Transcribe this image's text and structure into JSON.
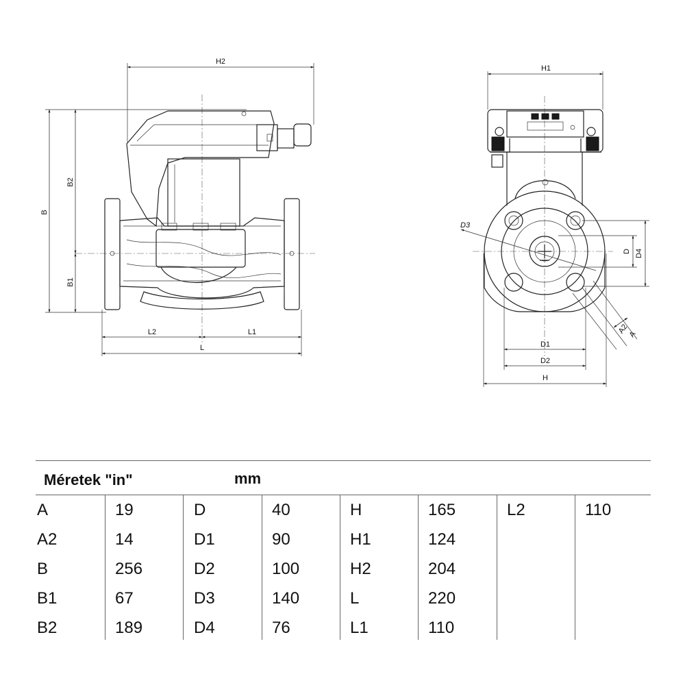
{
  "diagram": {
    "front_view": {
      "labels": {
        "H2": "H2",
        "B": "B",
        "B2": "B2",
        "B1": "B1",
        "L2": "L2",
        "L1": "L1",
        "L": "L"
      }
    },
    "side_view": {
      "labels": {
        "H1": "H1",
        "D3": "D3",
        "D": "D",
        "D4": "D4",
        "A2": "A2",
        "A": "A",
        "D1": "D1",
        "D2": "D2",
        "H": "H"
      }
    }
  },
  "dimension_table": {
    "title": "Méretek \"in\"",
    "unit": "mm",
    "columns": [
      [
        {
          "k": "A",
          "v": "19"
        },
        {
          "k": "A2",
          "v": "14"
        },
        {
          "k": "B",
          "v": "256"
        },
        {
          "k": "B1",
          "v": "67"
        },
        {
          "k": "B2",
          "v": "189"
        }
      ],
      [
        {
          "k": "D",
          "v": "40"
        },
        {
          "k": "D1",
          "v": "90"
        },
        {
          "k": "D2",
          "v": "100"
        },
        {
          "k": "D3",
          "v": "140"
        },
        {
          "k": "D4",
          "v": "76"
        }
      ],
      [
        {
          "k": "H",
          "v": "165"
        },
        {
          "k": "H1",
          "v": "124"
        },
        {
          "k": "H2",
          "v": "204"
        },
        {
          "k": "L",
          "v": "220"
        },
        {
          "k": "L1",
          "v": "110"
        }
      ],
      [
        {
          "k": "L2",
          "v": "110"
        }
      ]
    ]
  }
}
